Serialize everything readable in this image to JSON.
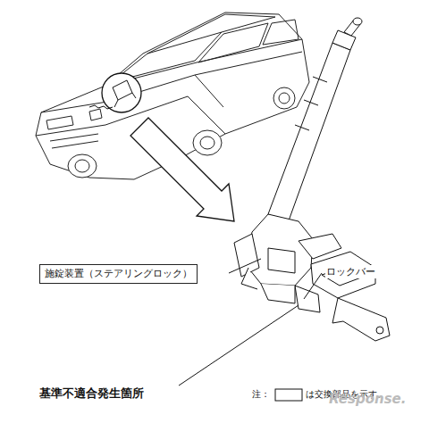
{
  "diagram": {
    "nodes": [
      {
        "text": [
          "施錠装置（ステアリングロック）"
        ]
      }
    ],
    "labels": [
      "ロックバー",
      "基準不適合発生箇所",
      "注：",
      "は交換部品を示す。",
      "Response."
    ]
  }
}
